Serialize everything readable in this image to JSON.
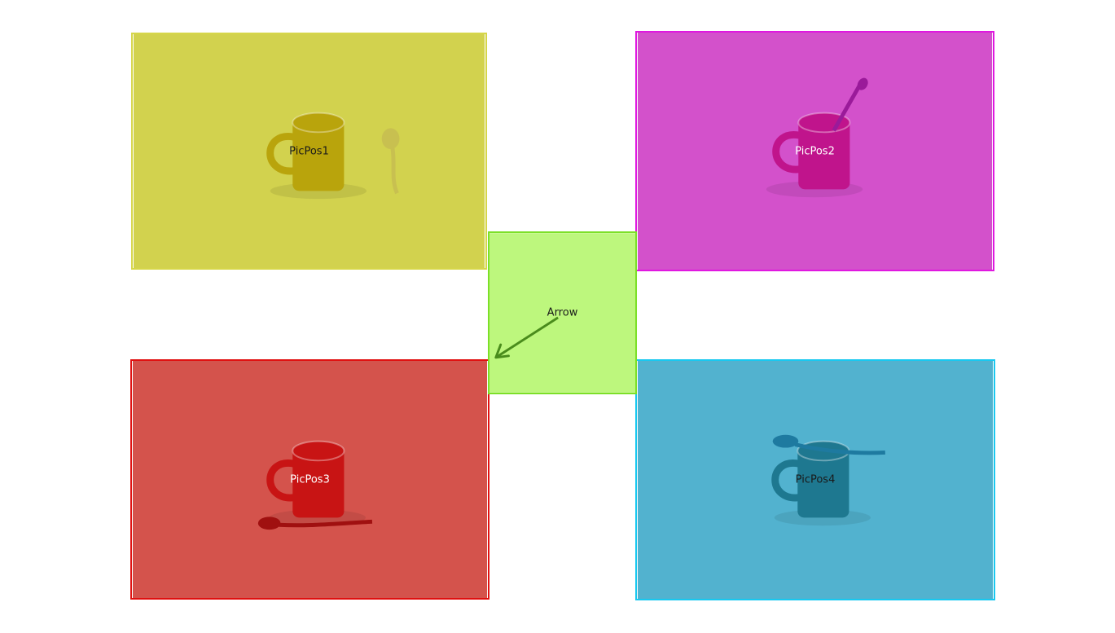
{
  "panels": [
    {
      "id": "p1",
      "label": "PicPos1",
      "fill": "#d2d24e",
      "border": "#d6d64a",
      "mug": "#b9a40c",
      "spoon": "#c8c050",
      "label_color": "#1a1a1a"
    },
    {
      "id": "p2",
      "label": "PicPos2",
      "fill": "#d351cb",
      "border": "#e018e0",
      "mug": "#c0148c",
      "spoon": "#9a1a9a",
      "label_color": "#ffffff"
    },
    {
      "id": "p3",
      "label": "PicPos3",
      "fill": "#d4534c",
      "border": "#e01010",
      "mug": "#c81414",
      "spoon": "#a01010",
      "label_color": "#ffffff"
    },
    {
      "id": "p4",
      "label": "PicPos4",
      "fill": "#52b2cf",
      "border": "#18c8f0",
      "mug": "#1e7890",
      "spoon": "#1e7aa0",
      "label_color": "#1a1a1a"
    }
  ],
  "arrow_box": {
    "label": "Arrow",
    "fill": "#bdf77d",
    "border": "#7ce028",
    "arrow_color": "#4a8c1c"
  }
}
